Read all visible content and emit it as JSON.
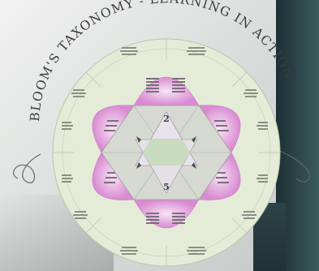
{
  "title": "BLOOM'S TAXONOMY - LEARNING IN ACTION",
  "center_numbers": [
    "2",
    "5"
  ],
  "colors": {
    "outer_ring": "#e4ecd8",
    "wedge_pink": "#d98ad2",
    "hexagon_fill": "#d6d8d2",
    "center_green": "#c9dcc0",
    "title_text": "#3c3c3c",
    "dark_panel": "#2a4044"
  }
}
